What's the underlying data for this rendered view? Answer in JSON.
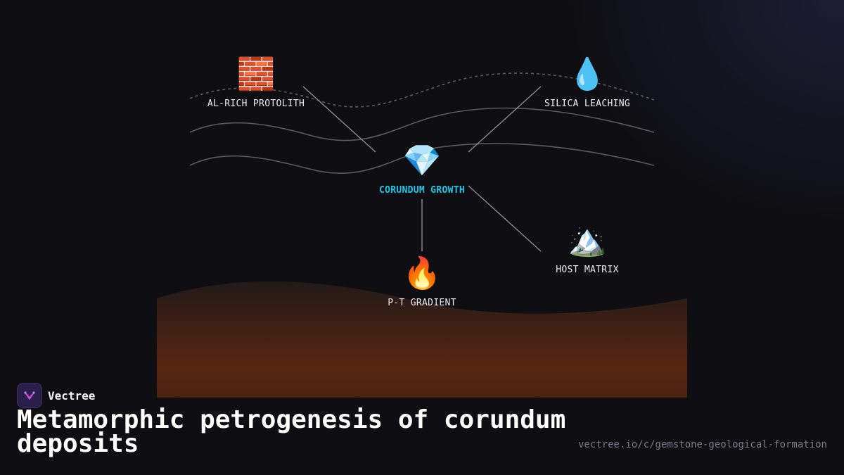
{
  "diagram": {
    "nodes": [
      {
        "id": "protolith",
        "icon": "🧱",
        "icon_name": "brick-icon",
        "label": "AL-RICH PROTOLITH"
      },
      {
        "id": "silica",
        "icon": "💧",
        "icon_name": "droplet-icon",
        "label": "SILICA LEACHING"
      },
      {
        "id": "corundum",
        "icon": "💎",
        "icon_name": "gem-icon",
        "label": "CORUNDUM GROWTH"
      },
      {
        "id": "host",
        "icon": "🏔️",
        "icon_name": "mountain-icon",
        "label": "HOST MATRIX"
      },
      {
        "id": "pt",
        "icon": "🔥",
        "icon_name": "fire-icon",
        "label": "P-T GRADIENT"
      }
    ],
    "edges": [
      {
        "from": "protolith",
        "to": "corundum"
      },
      {
        "from": "silica",
        "to": "corundum"
      },
      {
        "from": "corundum",
        "to": "pt"
      },
      {
        "from": "corundum",
        "to": "host"
      }
    ],
    "colors": {
      "accent": "#22c7e8",
      "connector": "#8a8a92",
      "strata": "#5a5a62",
      "magma_top": "#2a1c18",
      "magma_bottom": "#5a2710",
      "background": "#0f0f13"
    }
  },
  "brand": {
    "name": "Vectree",
    "logo_icon": "vectree-logo-icon"
  },
  "title": "Metamorphic petrogenesis of corundum deposits",
  "url": "vectree.io/c/gemstone-geological-formation"
}
